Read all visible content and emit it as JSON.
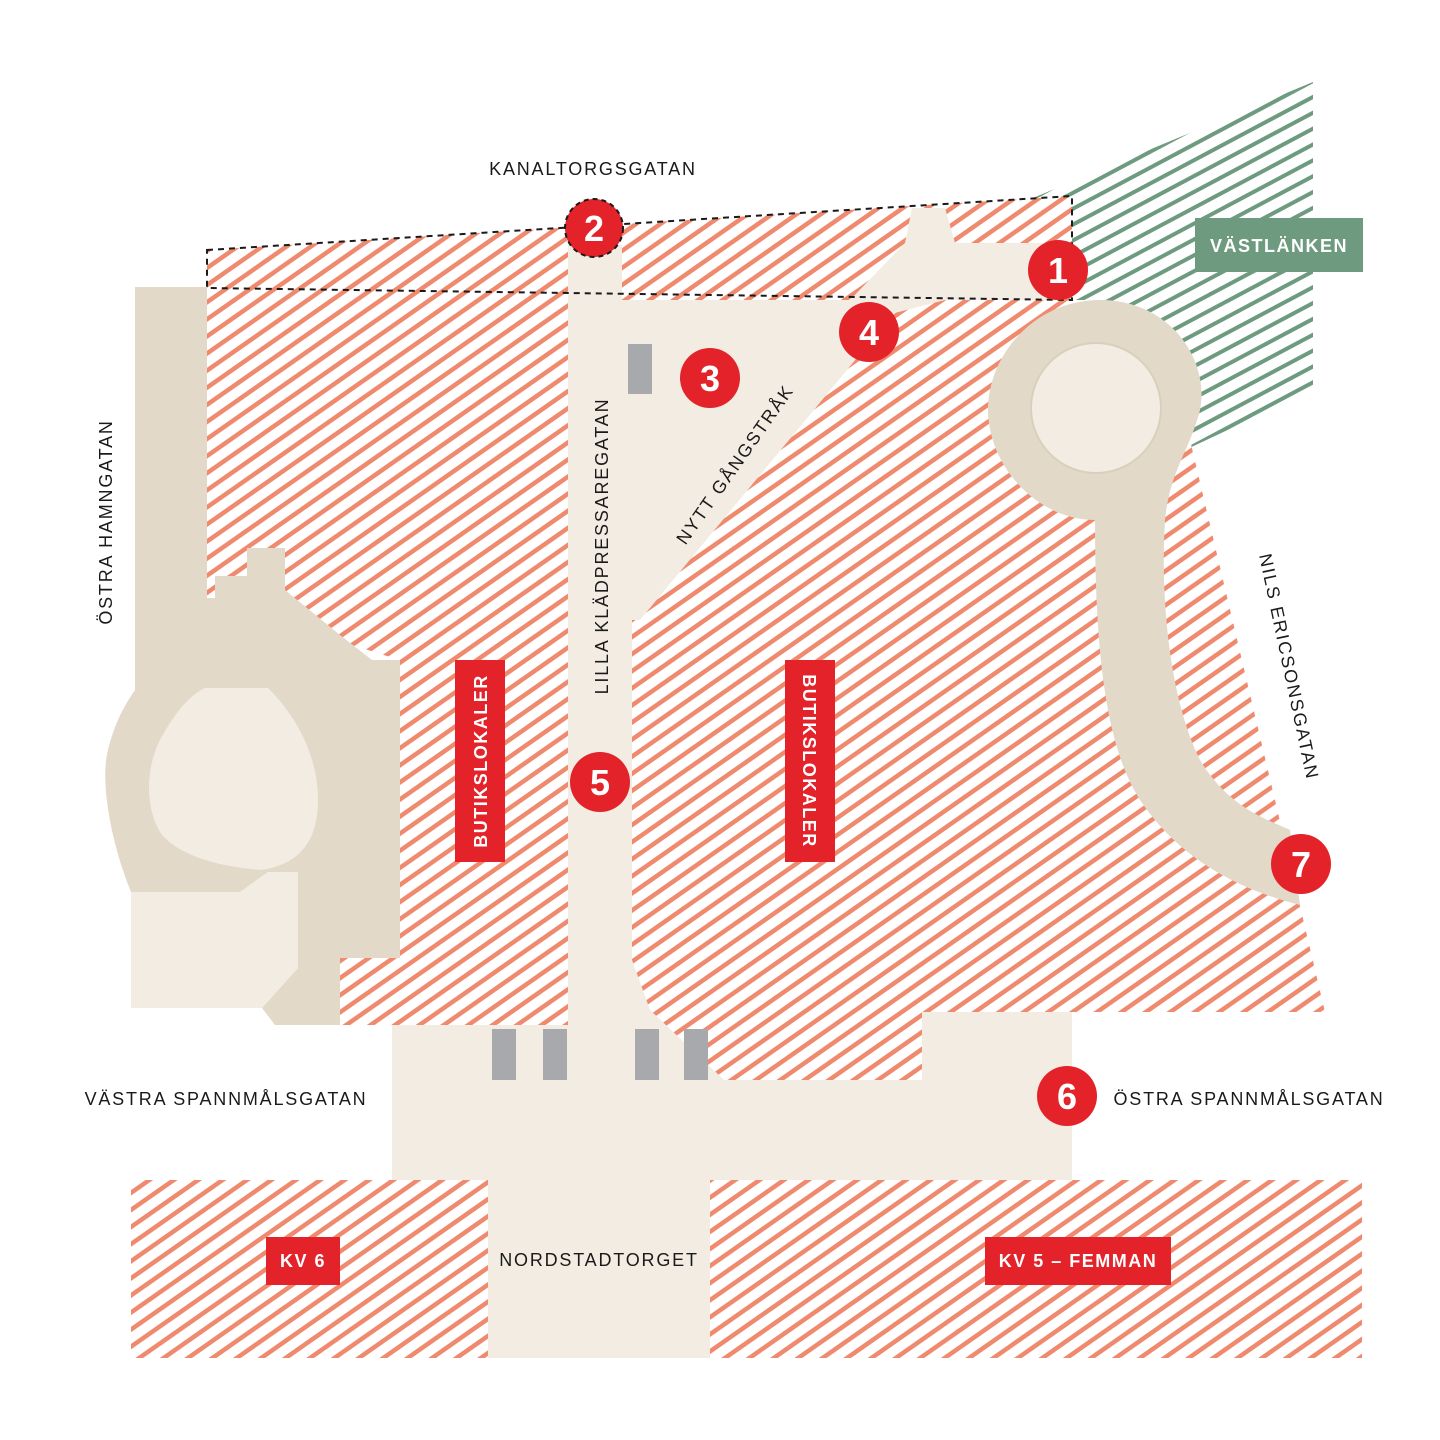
{
  "colors": {
    "hatch": "#ef8a6f",
    "hatch_green": "#6e9a80",
    "road": "#e2d9c9",
    "plaza": "#f3ece3",
    "red": "#e3222a",
    "green_badge": "#6e9a80",
    "grey_block": "#a7a9ac",
    "text": "#1a1a1a"
  },
  "streets": {
    "kanaltorgsgatan": "KANALTORGSGATAN",
    "ostra_hamngatan": "ÖSTRA HAMNGATAN",
    "lilla_kladpressaregatan": "LILLA KLÄDPRESSAREGATAN",
    "nytt_gangstrak": "NYTT GÅNGSTRÅK",
    "nils_ericsonsgatan": "NILS ERICSONSGATAN",
    "vastra_spannmalsgatan": "VÄSTRA SPANNMÅLSGATAN",
    "ostra_spannmalsgatan": "ÖSTRA SPANNMÅLSGATAN",
    "nordstadtorget": "NORDSTADTORGET"
  },
  "labels": {
    "vastlanken": "VÄSTLÄNKEN",
    "butikslokaler_left": "BUTIKSLOKALER",
    "butikslokaler_right": "BUTIKSLOKALER",
    "kv6": "KV 6",
    "kv5": "KV 5 – FEMMAN"
  },
  "markers": [
    "1",
    "2",
    "3",
    "4",
    "5",
    "6",
    "7"
  ]
}
